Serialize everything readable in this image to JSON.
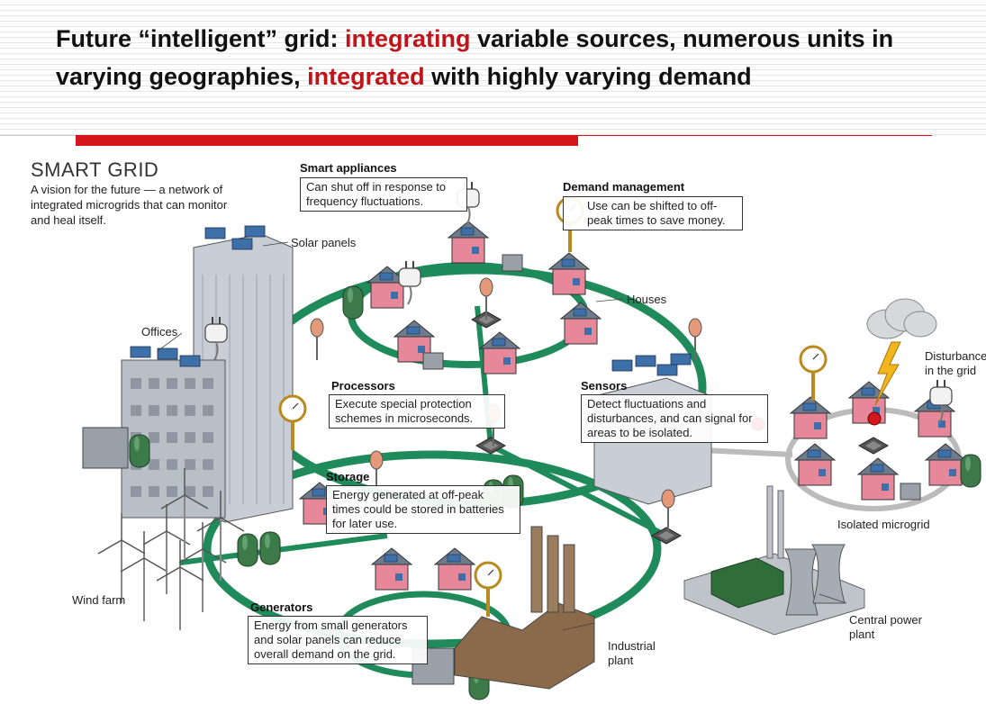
{
  "slide": {
    "title_parts": [
      {
        "text": "Future “intelligent” grid: ",
        "highlight": false
      },
      {
        "text": "integrating",
        "highlight": true
      },
      {
        "text": " variable sources, numerous units in varying geographies, ",
        "highlight": false
      },
      {
        "text": "integrated",
        "highlight": true
      },
      {
        "text": " with highly varying demand",
        "highlight": false
      }
    ],
    "accent_color": "#d4161c",
    "highlight_color": "#c0141b"
  },
  "diagram": {
    "title": "SMART GRID",
    "subtitle": "A vision for the future — a network of integrated microgrids that can monitor and heal itself.",
    "labels": {
      "solar_panels": "Solar panels",
      "offices": "Offices",
      "houses": "Houses",
      "wind_farm": "Wind farm",
      "industrial_plant": "Industrial plant",
      "central_power_plant": "Central power plant",
      "isolated_microgrid": "Isolated microgrid",
      "disturbance": "Disturbance in the grid"
    },
    "callouts": {
      "smart_appliances": {
        "heading": "Smart appliances",
        "text": "Can shut off in response to frequency fluctuations."
      },
      "demand_management": {
        "heading": "Demand management",
        "text": "Use can be shifted to off-peak times to save money."
      },
      "processors": {
        "heading": "Processors",
        "text": "Execute special protection schemes in microseconds."
      },
      "sensors": {
        "heading": "Sensors",
        "text": "Detect fluctuations and disturbances, and can signal for areas to be isolated."
      },
      "storage": {
        "heading": "Storage",
        "text": "Energy generated at off-peak times could be stored in batteries for later use."
      },
      "generators": {
        "heading": "Generators",
        "text": "Energy from small generators and solar panels can reduce overall demand on the grid."
      }
    },
    "colors": {
      "grid_line": "#1f8a5a",
      "house_wall": "#e7889a",
      "roof": "#6d7b8b",
      "solar": "#3d6fa8",
      "building": "#c9ced6"
    }
  }
}
